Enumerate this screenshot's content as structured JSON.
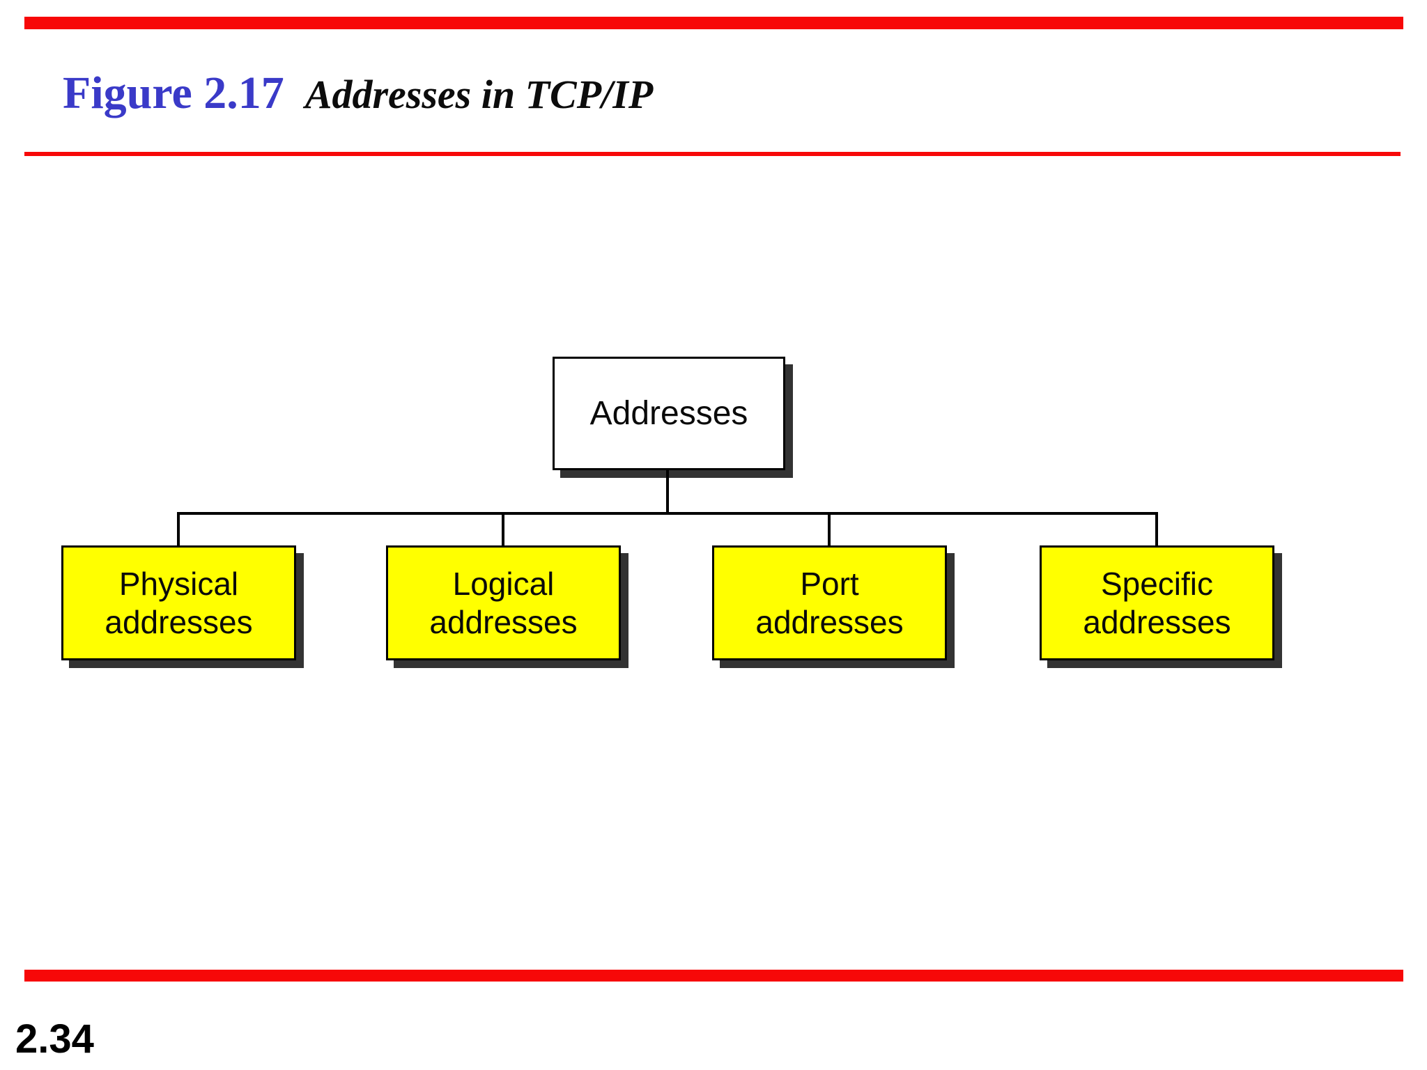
{
  "header": {
    "figure_label": "Figure 2.17",
    "figure_title": "Addresses in TCP/IP"
  },
  "tree": {
    "root": {
      "label": "Addresses"
    },
    "children": [
      {
        "label": "Physical addresses"
      },
      {
        "label": "Logical addresses"
      },
      {
        "label": "Port addresses"
      },
      {
        "label": "Specific addresses"
      }
    ]
  },
  "footer": {
    "page_number": "2.34"
  },
  "colors": {
    "accent_red": "#f70808",
    "title_blue": "#3a3ac8",
    "node_yellow": "#ffff00",
    "shadow": "#333333"
  }
}
